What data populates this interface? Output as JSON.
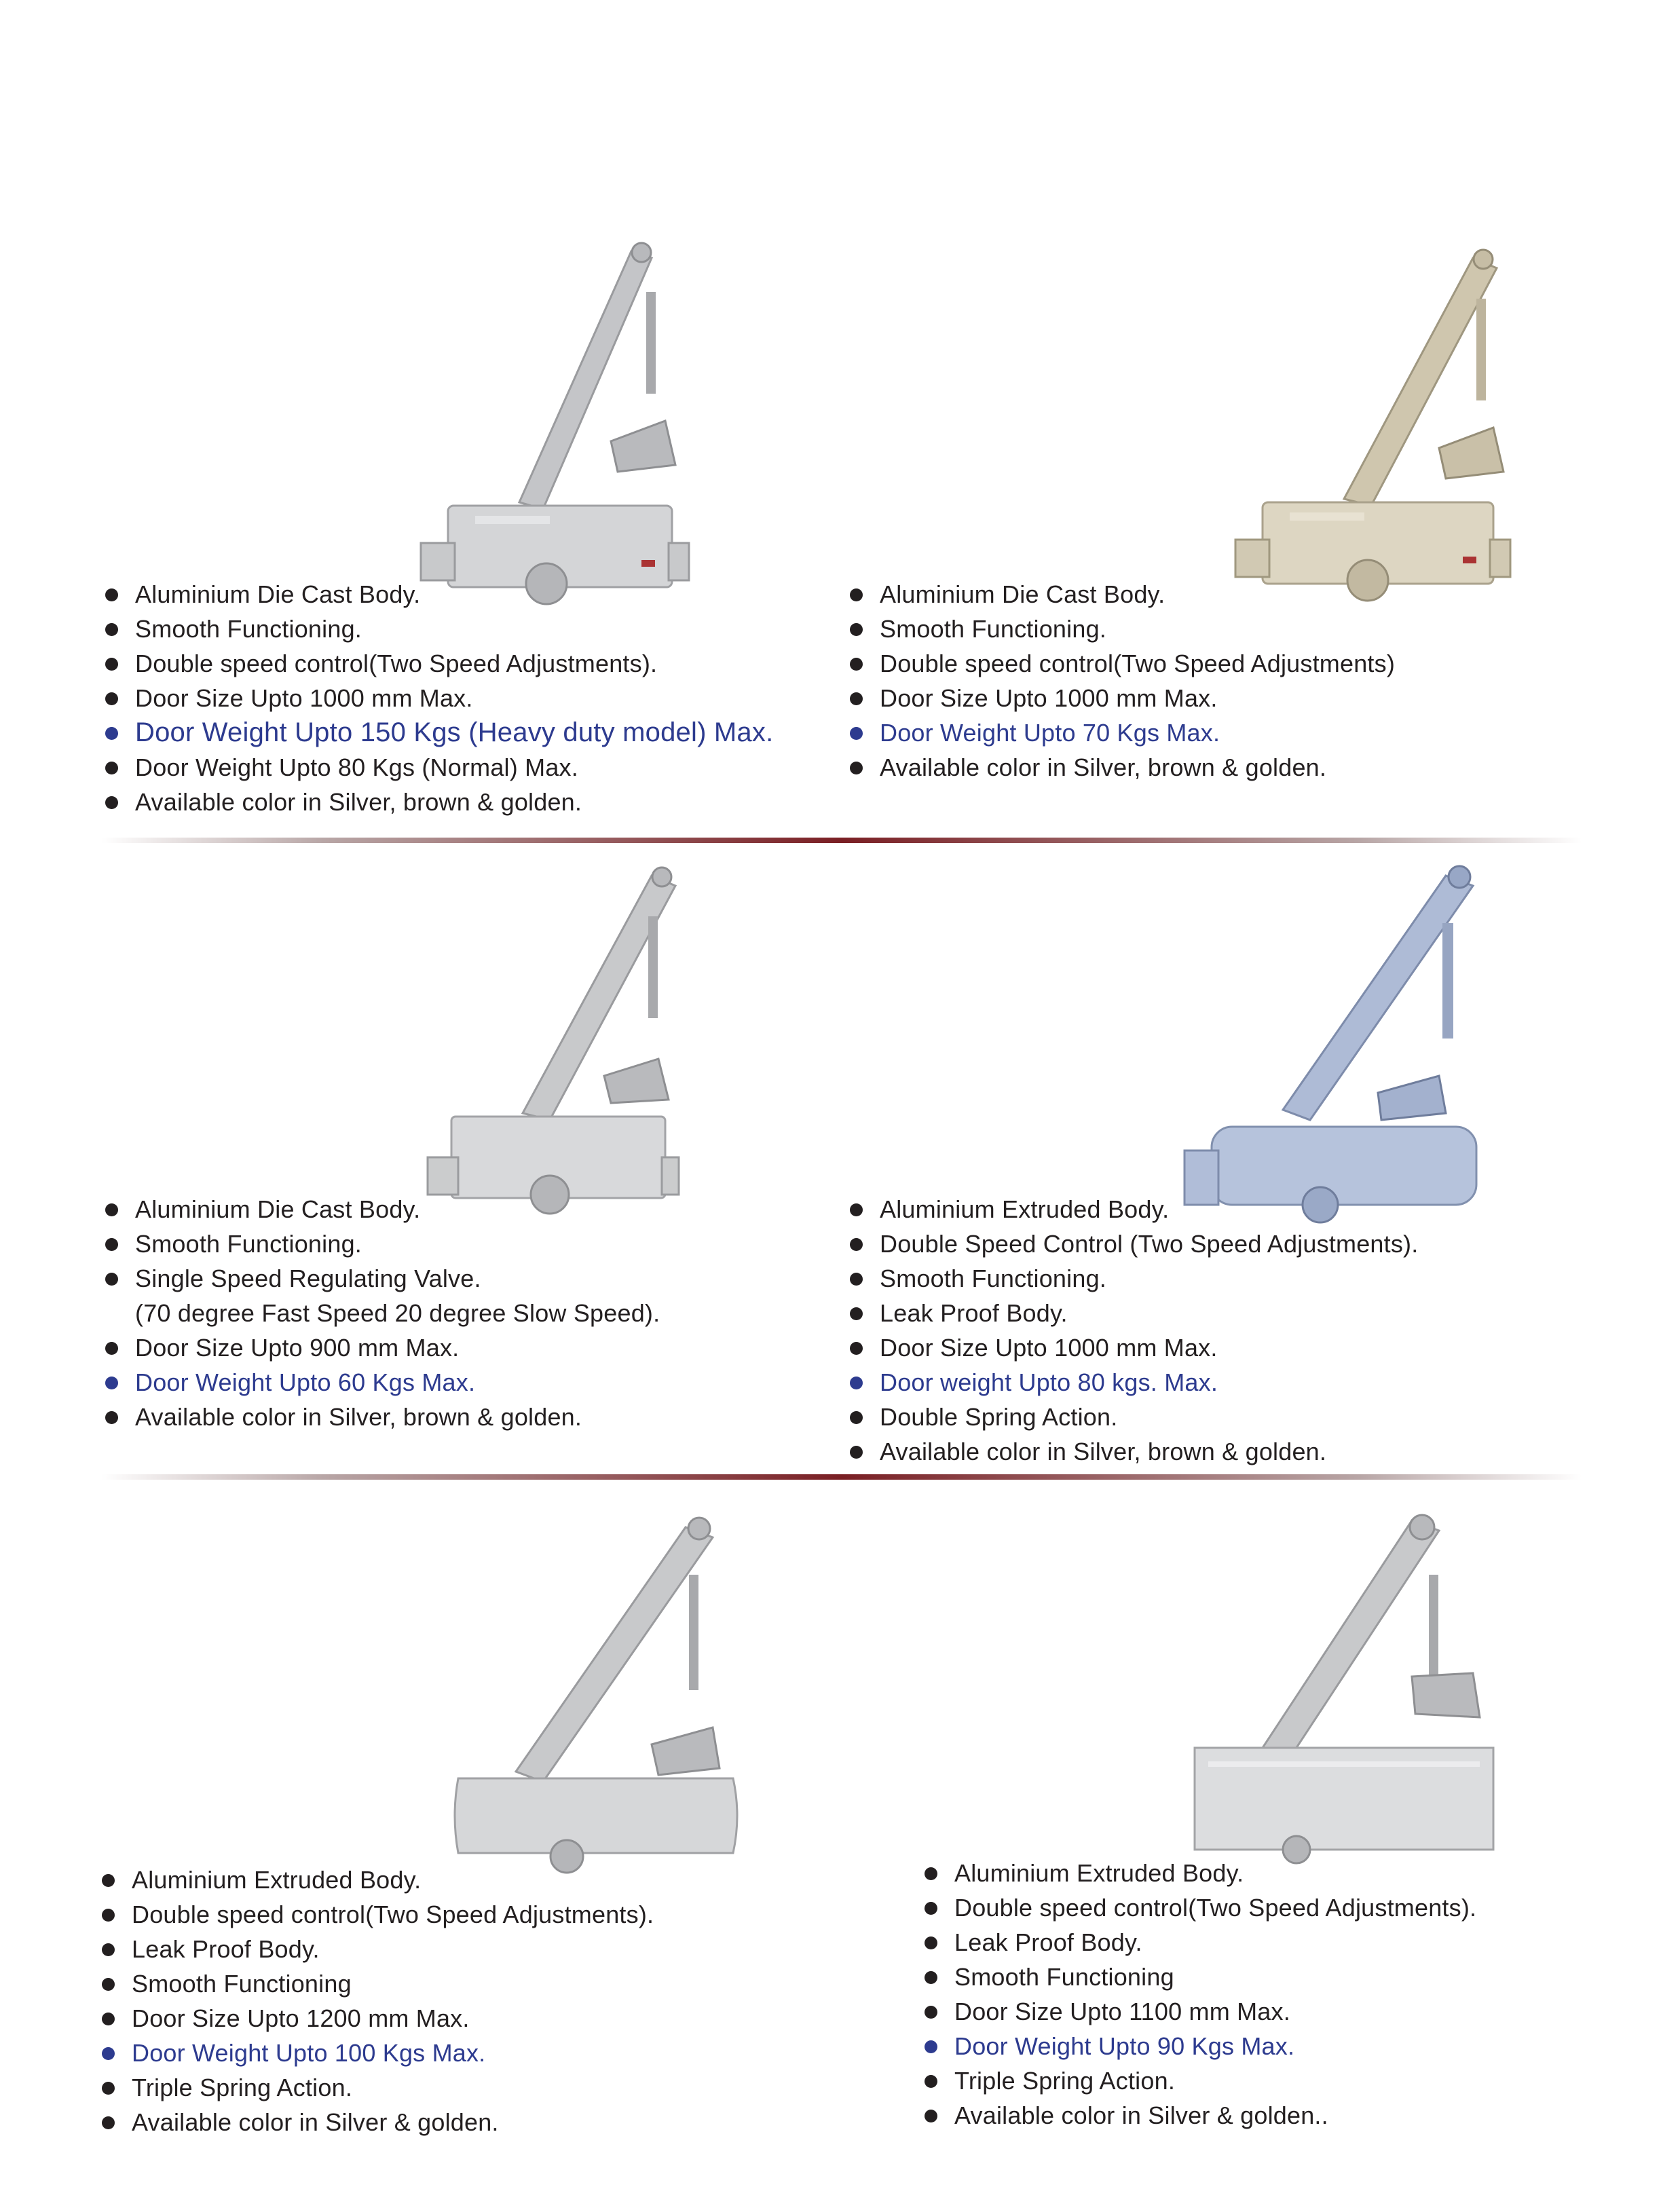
{
  "products": [
    {
      "image": "door-closer-silver",
      "features": [
        "Aluminium Die Cast Body.",
        "Smooth Functioning.",
        "Double speed control(Two Speed Adjustments).",
        "Door Size Upto 1000 mm Max.",
        "Door Weight Upto 150 Kgs (Heavy duty model) Max.",
        "Door Weight Upto 80 Kgs (Normal) Max.",
        "Available color in Silver, brown & golden."
      ]
    },
    {
      "image": "door-closer-golden",
      "features": [
        "Aluminium Die Cast Body.",
        "Smooth Functioning.",
        "Double speed control(Two Speed Adjustments)",
        "Door Size Upto 1000 mm Max.",
        "Door Weight Upto 70 Kgs Max.",
        "Available color in Silver, brown & golden."
      ]
    },
    {
      "image": "door-closer-silver",
      "features": [
        "Aluminium Die Cast Body.",
        "Smooth Functioning.",
        "Single Speed Regulating Valve.",
        "(70 degree Fast Speed 20 degree Slow Speed).",
        "Door Size Upto 900 mm Max.",
        "Door Weight Upto 60 Kgs Max.",
        "Available color in Silver, brown & golden."
      ]
    },
    {
      "image": "door-closer-blue-silver",
      "features": [
        "Aluminium Extruded Body.",
        "Double Speed Control (Two Speed Adjustments).",
        "Smooth Functioning.",
        "Leak Proof Body.",
        "Door Size Upto 1000 mm Max.",
        "Door weight Upto 80 kgs. Max.",
        "Double Spring Action.",
        "Available color in Silver, brown & golden."
      ]
    },
    {
      "image": "door-closer-silver",
      "features": [
        "Aluminium Extruded Body.",
        "Double speed control(Two Speed Adjustments).",
        "Leak Proof Body.",
        "Smooth Functioning",
        "Door Size Upto 1200 mm Max.",
        "Door Weight Upto 100 Kgs Max.",
        "Triple Spring Action.",
        "Available color in Silver & golden."
      ]
    },
    {
      "image": "door-closer-silver",
      "features": [
        "Aluminium Extruded Body.",
        "Double speed control(Two Speed Adjustments).",
        "Leak Proof Body.",
        "Smooth Functioning",
        "Door Size Upto 1100 mm Max.",
        "Door Weight Upto 90 Kgs Max.",
        "Triple Spring Action.",
        "Available color in Silver & golden.."
      ]
    }
  ],
  "colors": {
    "text": "#231f20",
    "highlight": "#2d3b8f",
    "divider": "#7a1f24",
    "silver": "#c9cacc",
    "golden": "#d9d1bc",
    "blue_silver": "#a9b8d3"
  }
}
